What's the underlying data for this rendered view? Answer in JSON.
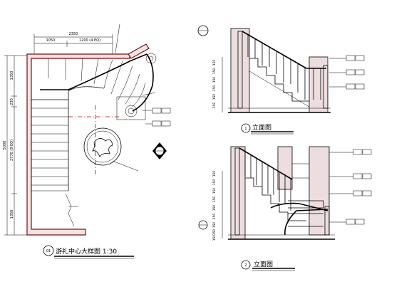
{
  "plan": {
    "title": "游礼中心大样图 1:30",
    "marker_num": "01",
    "dims_top": {
      "overall": "2350",
      "left_segment": "1050",
      "right_segment": "1200 (4 EQ)"
    },
    "dims_left": {
      "overall": "5000",
      "top": "1350",
      "mid_a": "230",
      "mid_b": "2770 (9 EQ)",
      "bottom": "1350"
    },
    "callouts": {
      "top_right": "",
      "newel": "",
      "rail_note": "",
      "round_feature": ""
    }
  },
  "elevation_a": {
    "title": "立面图",
    "marker_num": "1",
    "scale": "",
    "tick_labels": [
      "150",
      "150",
      "150",
      "150",
      "150",
      "150"
    ],
    "callouts": [
      "",
      "",
      "",
      ""
    ]
  },
  "elevation_b": {
    "title": "立面图",
    "marker_num": "2",
    "scale": "",
    "tick_labels": [
      "150",
      "150",
      "150",
      "150",
      "150",
      "150",
      "150",
      "150",
      "150"
    ],
    "callouts": [
      "",
      "",
      "",
      "",
      ""
    ]
  }
}
